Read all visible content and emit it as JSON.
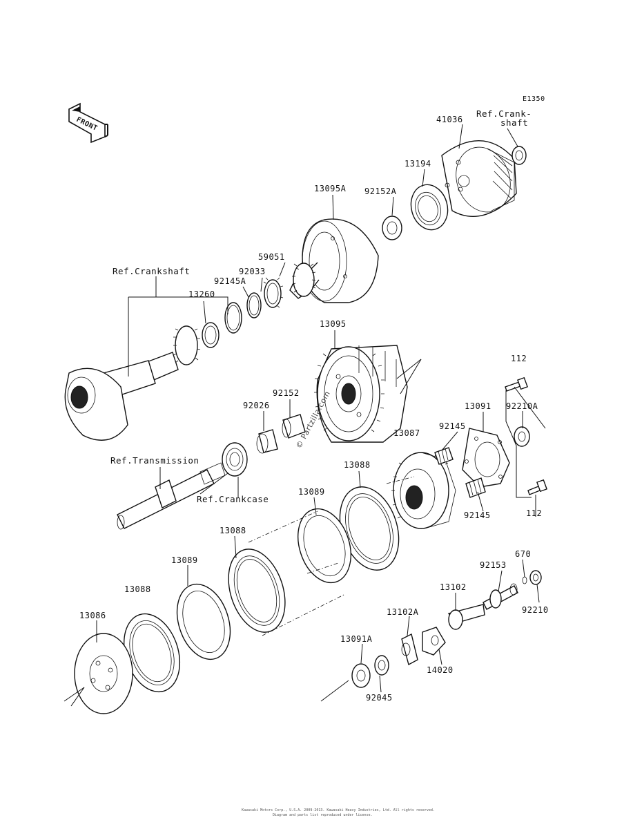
{
  "diagram_id": "E1350",
  "front_label": "FRONT",
  "watermark": "© Partzilla.com",
  "footer": {
    "line1": "Kawasaki Motors Corp., U.S.A. 2009-2013. Kawasaki Heavy Industries, Ltd. All rights reserved.",
    "line2": "Diagram and parts list reproduced under license."
  },
  "labels": {
    "p41036": "41036",
    "ref_crankshaft_top_1": "Ref.Crank-",
    "ref_crankshaft_top_2": "shaft",
    "p13194": "13194",
    "p92152A": "92152A",
    "p13095A": "13095A",
    "p59051": "59051",
    "p92033": "92033",
    "p92145A": "92145A",
    "ref_crankshaft": "Ref.Crankshaft",
    "p13260": "13260",
    "p13095": "13095",
    "p112_top": "112",
    "p92152": "92152",
    "p92026": "92026",
    "p13091": "13091",
    "p92210A": "92210A",
    "p92145_top": "92145",
    "p13087": "13087",
    "ref_transmission": "Ref.Transmission",
    "ref_crankcase": "Ref.Crankcase",
    "p13088_a": "13088",
    "p13089_a": "13089",
    "p92145_bot": "92145",
    "p112_bot": "112",
    "p13088_b": "13088",
    "p13089_b": "13089",
    "p13088_c": "13088",
    "p670": "670",
    "p92153": "92153",
    "p13102": "13102",
    "p92210": "92210",
    "p13102A": "13102A",
    "p13086": "13086",
    "p13091A": "13091A",
    "p14020": "14020",
    "p92045": "92045"
  }
}
